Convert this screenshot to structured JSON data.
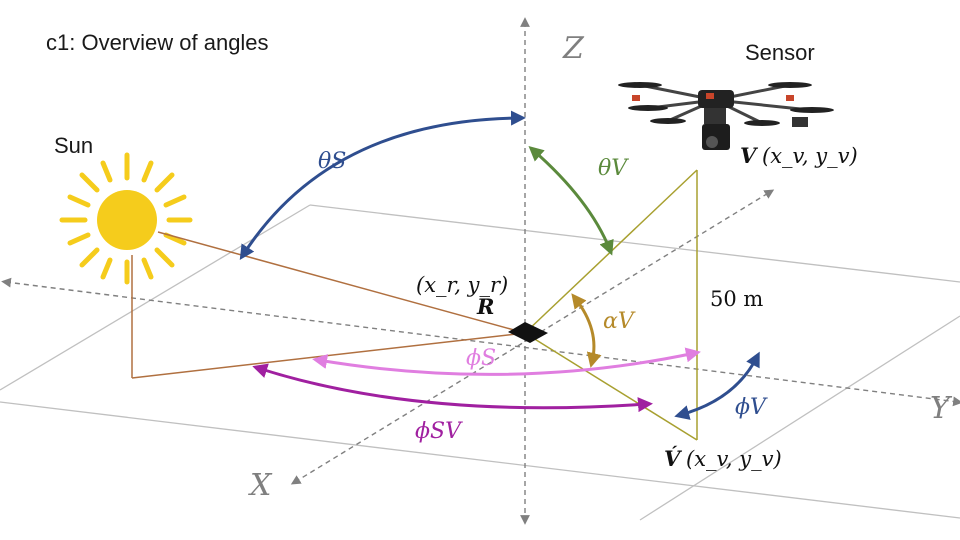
{
  "title": "c1: Overview of angles",
  "axes": {
    "x": "X",
    "y": "Y",
    "z": "Z"
  },
  "labels": {
    "sun": "Sun",
    "sensor": "Sensor",
    "reference_point": "R",
    "reference_coords": "(x_r, y_r)",
    "sensor_point": "V",
    "sensor_coords": "(x_v, y_v)",
    "ground_point": "V́",
    "ground_coords": "(x_v, y_v)",
    "height": "50 m"
  },
  "angles": {
    "theta_s": "θS",
    "theta_v": "θV",
    "alpha_v": "αV",
    "phi_s": "ϕS",
    "phi_v": "ϕV",
    "phi_sv": "ϕSV"
  },
  "colors": {
    "theta_s": "#2f4e8f",
    "theta_v": "#5b8a3c",
    "alpha_v": "#b58a2a",
    "phi_s": "#e07ee0",
    "phi_v": "#2f4e8f",
    "phi_sv": "#a020a0",
    "sun_lines": "#b07040",
    "sensor_lines": "#a8a030",
    "sun": "#f5cc1c",
    "axes": "#808080",
    "grid": "#c0c0c0"
  }
}
